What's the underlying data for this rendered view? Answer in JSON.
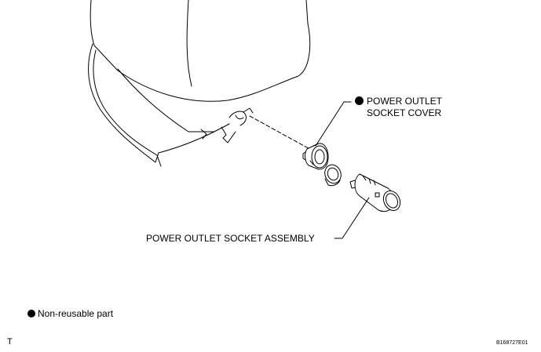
{
  "labels": {
    "socket_cover_line1": "POWER OUTLET",
    "socket_cover_line2": "SOCKET COVER",
    "socket_assembly": "POWER OUTLET SOCKET ASSEMBLY"
  },
  "legend": {
    "text": "Non-reusable part",
    "symbol": "filled-circle-icon"
  },
  "footer": {
    "sheet_letter": "T",
    "figure_id": "B168727E01"
  },
  "colors": {
    "line": "#000000",
    "background": "#ffffff"
  }
}
